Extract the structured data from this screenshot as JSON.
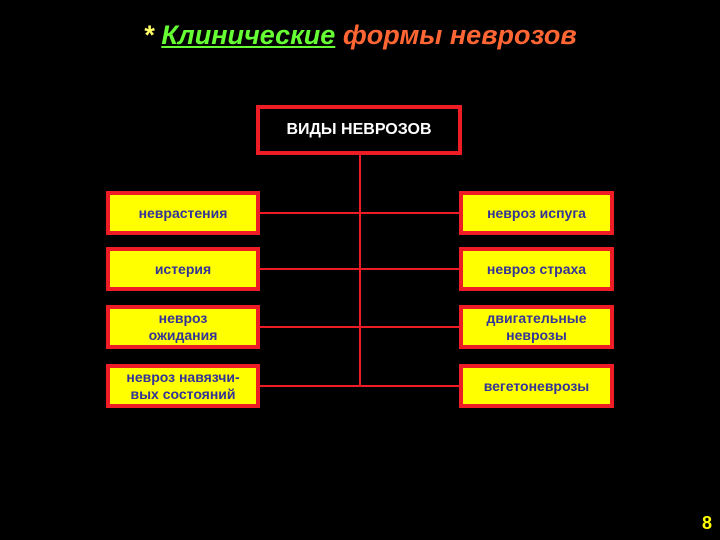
{
  "title": {
    "star": "*",
    "word1": "Клинические",
    "word2": "формы неврозов"
  },
  "root": "ВИДЫ НЕВРОЗОВ",
  "left_items": [
    "неврастения",
    "истерия",
    "невроз\nожидания",
    "невроз навязчи-\nвых состояний"
  ],
  "right_items": [
    "невроз испуга",
    "невроз страха",
    "двигательные\nневрозы",
    "вегетоневрозы"
  ],
  "page_number": "8",
  "colors": {
    "background": "#000000",
    "box_fill": "#ffff00",
    "border": "#ee1c25",
    "box_text": "#333399",
    "star": "#ffff66",
    "title_green": "#66ff33",
    "title_orange": "#ff6633"
  }
}
